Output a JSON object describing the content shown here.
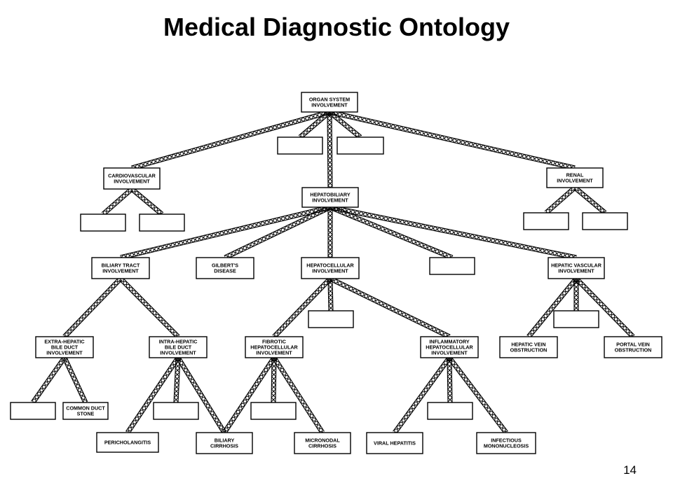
{
  "slide": {
    "title": "Medical Diagnostic Ontology",
    "page_number": "14"
  },
  "colors": {
    "ink": "#000000",
    "paper": "#ffffff"
  },
  "nodes": [
    {
      "id": "organ",
      "label": "ORGAN SYSTEM INVOLVEMENT"
    },
    {
      "id": "blank-1",
      "label": ""
    },
    {
      "id": "blank-2",
      "label": ""
    },
    {
      "id": "cardio",
      "label": "CARDIOVASCULAR INVOLVEMENT"
    },
    {
      "id": "hepatobiliary",
      "label": "HEPATOBILIARY INVOLVEMENT"
    },
    {
      "id": "renal",
      "label": "RENAL INVOLVEMENT"
    },
    {
      "id": "blank-3",
      "label": ""
    },
    {
      "id": "blank-4",
      "label": ""
    },
    {
      "id": "blank-5",
      "label": ""
    },
    {
      "id": "blank-6",
      "label": ""
    },
    {
      "id": "biliary-tract",
      "label": "BILIARY TRACT INVOLVEMENT"
    },
    {
      "id": "gilbert",
      "label": "GILBERT'S DISEASE"
    },
    {
      "id": "hepatocellular",
      "label": "HEPATOCELLULAR INVOLVEMENT"
    },
    {
      "id": "blank-7",
      "label": ""
    },
    {
      "id": "hepatic-vascular",
      "label": "HEPATIC VASCULAR INVOLVEMENT"
    },
    {
      "id": "blank-8",
      "label": ""
    },
    {
      "id": "blank-9",
      "label": ""
    },
    {
      "id": "extra-hepatic",
      "label": "EXTRA-HEPATIC BILE DUCT INVOLVEMENT"
    },
    {
      "id": "intra-hepatic",
      "label": "INTRA-HEPATIC BILE DUCT INVOLVEMENT"
    },
    {
      "id": "fibrotic",
      "label": "FIBROTIC HEPATOCELLULAR INVOLVEMENT"
    },
    {
      "id": "inflammatory",
      "label": "INFLAMMATORY HEPATOCELLULAR INVOLVEMENT"
    },
    {
      "id": "hepatic-vein",
      "label": "HEPATIC VEIN OBSTRUCTION"
    },
    {
      "id": "portal-vein",
      "label": "PORTAL VEIN OBSTRUCTION"
    },
    {
      "id": "blank-10",
      "label": ""
    },
    {
      "id": "common-duct",
      "label": "COMMON DUCT STONE"
    },
    {
      "id": "blank-11",
      "label": ""
    },
    {
      "id": "pericholangitis",
      "label": "PERICHOLANGITIS"
    },
    {
      "id": "biliary-cirrhosis",
      "label": "BILIARY CIRRHOSIS"
    },
    {
      "id": "blank-12",
      "label": ""
    },
    {
      "id": "micronodal",
      "label": "MICRONODAL CIRRHOSIS"
    },
    {
      "id": "blank-13",
      "label": ""
    },
    {
      "id": "viral-hepatitis",
      "label": "VIRAL HEPATITIS"
    },
    {
      "id": "infectious-mono",
      "label": "INFECTIOUS MONONUCLEOSIS"
    }
  ],
  "edges": [
    [
      "organ",
      "cardio"
    ],
    [
      "organ",
      "blank-1"
    ],
    [
      "organ",
      "hepatobiliary"
    ],
    [
      "organ",
      "blank-2"
    ],
    [
      "organ",
      "renal"
    ],
    [
      "cardio",
      "blank-3"
    ],
    [
      "cardio",
      "blank-4"
    ],
    [
      "renal",
      "blank-5"
    ],
    [
      "renal",
      "blank-6"
    ],
    [
      "hepatobiliary",
      "biliary-tract"
    ],
    [
      "hepatobiliary",
      "gilbert"
    ],
    [
      "hepatobiliary",
      "hepatocellular"
    ],
    [
      "hepatobiliary",
      "blank-7"
    ],
    [
      "hepatobiliary",
      "hepatic-vascular"
    ],
    [
      "biliary-tract",
      "extra-hepatic"
    ],
    [
      "biliary-tract",
      "intra-hepatic"
    ],
    [
      "hepatocellular",
      "fibrotic"
    ],
    [
      "hepatocellular",
      "blank-8"
    ],
    [
      "hepatocellular",
      "inflammatory"
    ],
    [
      "hepatic-vascular",
      "hepatic-vein"
    ],
    [
      "hepatic-vascular",
      "blank-9"
    ],
    [
      "hepatic-vascular",
      "portal-vein"
    ],
    [
      "extra-hepatic",
      "blank-10"
    ],
    [
      "extra-hepatic",
      "common-duct"
    ],
    [
      "intra-hepatic",
      "pericholangitis"
    ],
    [
      "intra-hepatic",
      "blank-11"
    ],
    [
      "intra-hepatic",
      "biliary-cirrhosis"
    ],
    [
      "fibrotic",
      "biliary-cirrhosis"
    ],
    [
      "fibrotic",
      "blank-12"
    ],
    [
      "fibrotic",
      "micronodal"
    ],
    [
      "inflammatory",
      "viral-hepatitis"
    ],
    [
      "inflammatory",
      "blank-13"
    ],
    [
      "inflammatory",
      "infectious-mono"
    ]
  ]
}
